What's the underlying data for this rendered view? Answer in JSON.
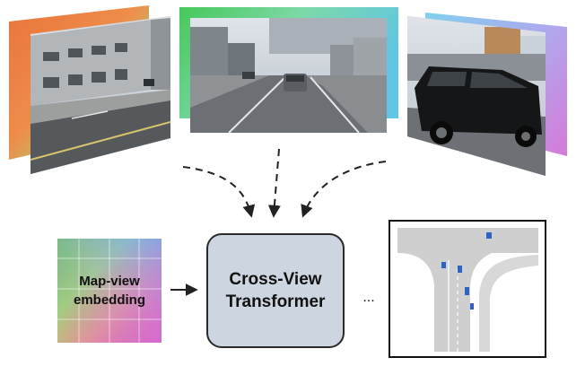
{
  "embedding": {
    "line1": "Map-view",
    "line2": "embedding"
  },
  "transformer": {
    "line1": "Cross-View",
    "line2": "Transformer"
  },
  "ellipsis": "...",
  "colors": {
    "left_panel_gradient": [
      "#e8743a",
      "#ef8c4a",
      "#8fd46a",
      "#5cc25a"
    ],
    "center_panel_gradient": [
      "#46c85a",
      "#7dd8a0",
      "#8fd8f0",
      "#5fc6e6"
    ],
    "right_panel_gradient": [
      "#7fd0ee",
      "#a9b8f0",
      "#cf8ae6",
      "#d57ad8"
    ],
    "transformer_fill": "#cdd6e0",
    "road": "#cfcfcf",
    "vehicle": "#2f62c9"
  }
}
